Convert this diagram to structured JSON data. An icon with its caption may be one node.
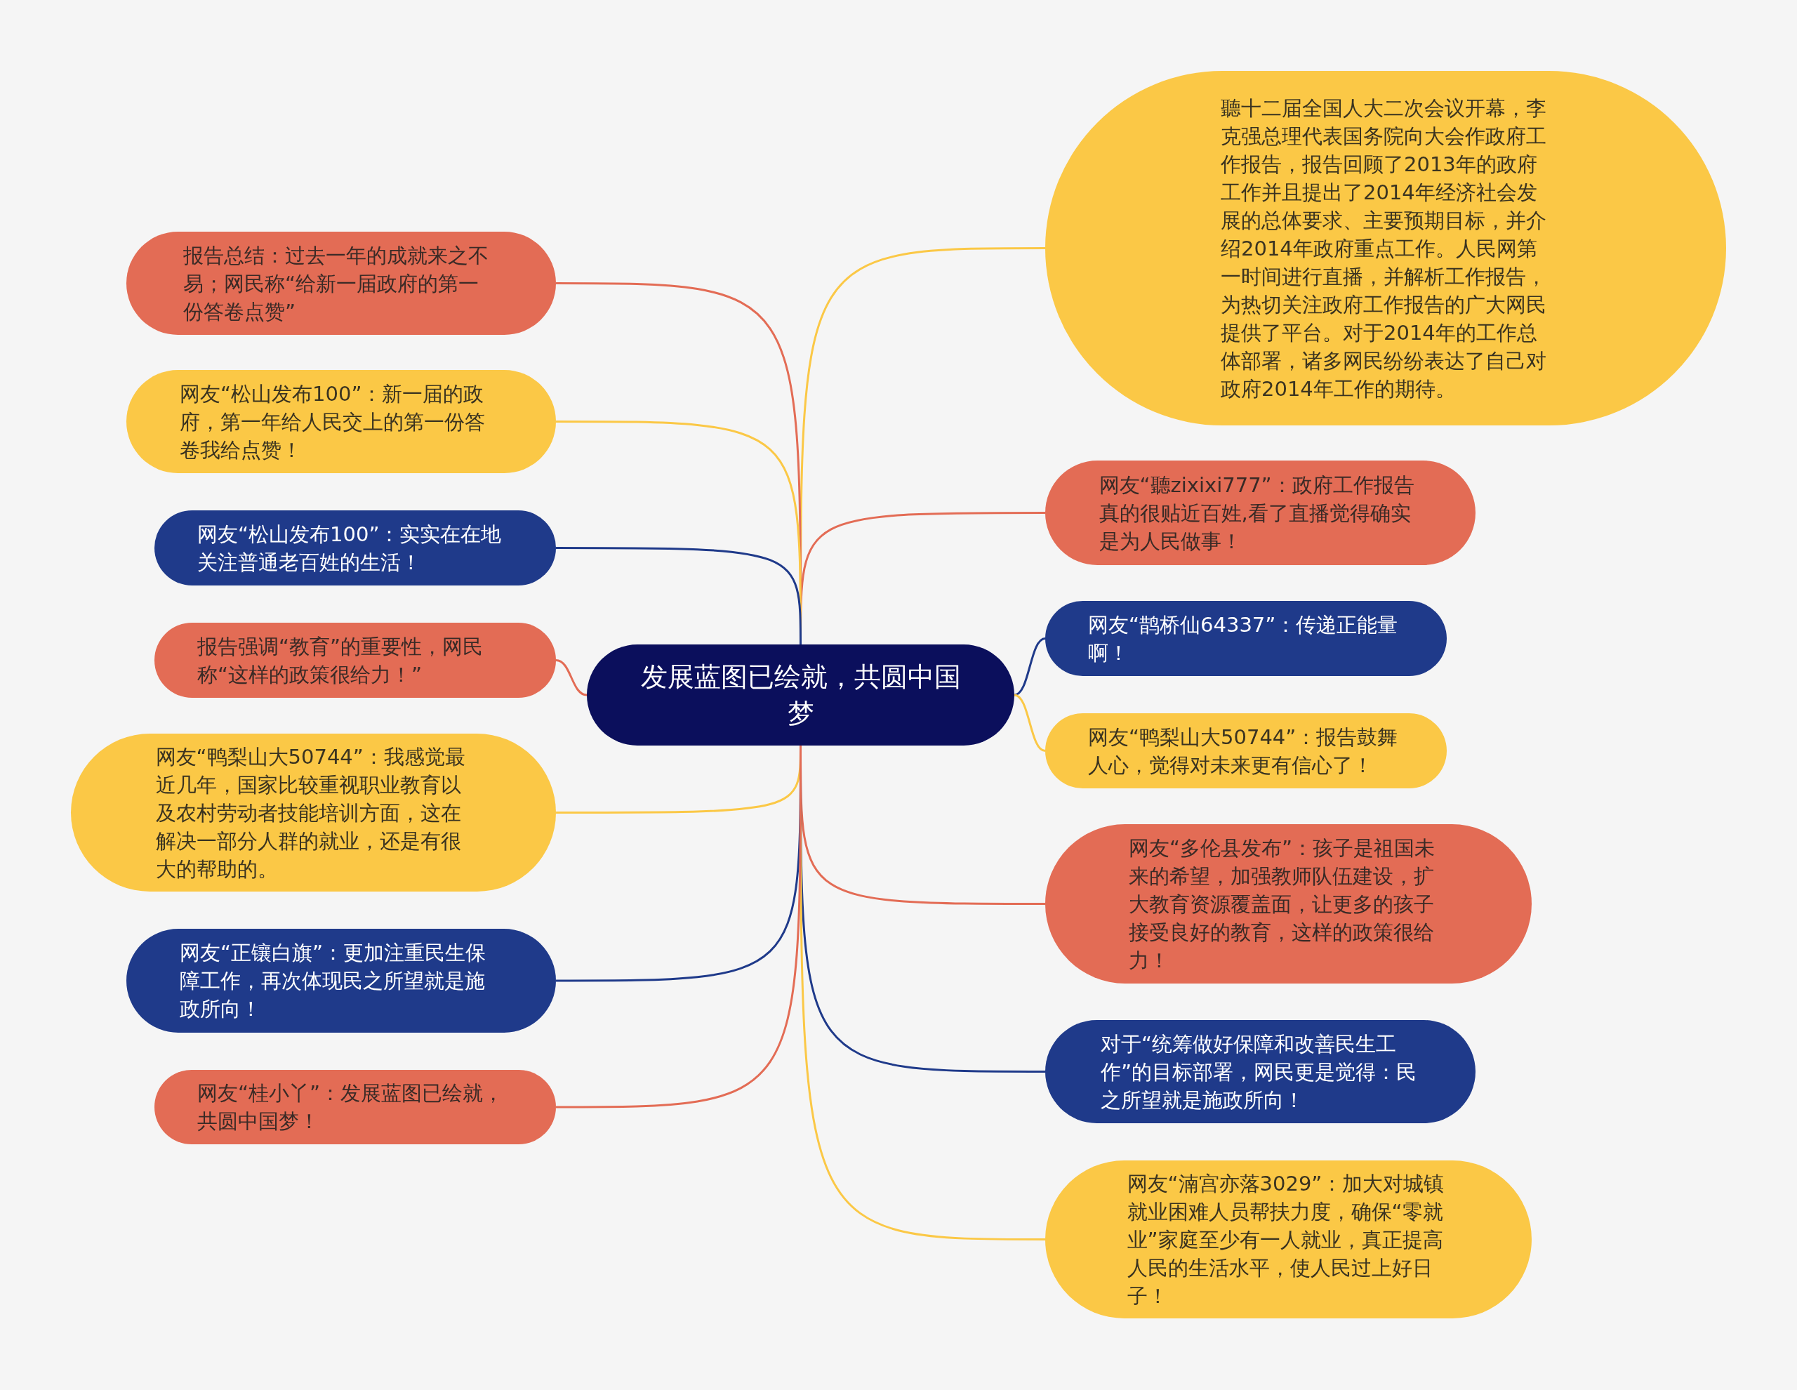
{
  "diagram": {
    "nodes": [
      {
        "text": [
          "发展蓝图已绘就，共圆中国梦"
        ]
      },
      {
        "text": [
          "聽十二届全国人大二次会议开幕，李克强总理代表国务院向大会作政府工作报告，报告回顾了2013年的政府工作并且提出了2014年经济社会发展的总体要求、主要预期目标，并介绍2014年政府重点工作。人民网第一时间进行直播，并解析工作报告，为热切关注政府工作报告的广大网民提供了平台。对于2014年的工作总体部署，诸多网民纷纷表达了自己对政府2014年工作的期待。"
        ]
      },
      {
        "text": [
          "网友“聽zixixi777”：政府工作报告真的很贴近百姓,看了直播觉得确实是为人民做事！"
        ]
      },
      {
        "text": [
          "网友“鹊桥仙64337”：传递正能量啊！"
        ]
      },
      {
        "text": [
          "网友“鸭梨山大50744”：报告鼓舞人心，觉得对未来更有信心了！"
        ]
      },
      {
        "text": [
          "网友“多伦县发布”：孩子是祖国未来的希望，加强教师队伍建设，扩大教育资源覆盖面，让更多的孩子接受良好的教育，这样的政策很给力！"
        ]
      },
      {
        "text": [
          "对于“统筹做好保障和改善民生工作”的目标部署，网民更是觉得：民之所望就是施政所向！"
        ]
      },
      {
        "text": [
          "网友“湳宫亦落3029”：加大对城镇就业困难人员帮扶力度，确保“零就业”家庭至少有一人就业，真正提高人民的生活水平，使人民过上好日子！"
        ]
      },
      {
        "text": [
          "报告总结：过去一年的成就来之不易；网民称“给新一届政府的第一份答卷点赞”"
        ]
      },
      {
        "text": [
          "网友“松山发布100”：新一届的政府，第一年给人民交上的第一份答卷我给点赞！"
        ]
      },
      {
        "text": [
          "网友“松山发布100”：实实在在地关注普通老百姓的生活！"
        ]
      },
      {
        "text": [
          "报告强调“教育”的重要性，网民称“这样的政策很给力！”"
        ]
      },
      {
        "text": [
          "网友“鸭梨山大50744”：我感觉最近几年，国家比较重视职业教育以及农村劳动者技能培训方面，这在解决一部分人群的就业，还是有很大的帮助的。"
        ]
      },
      {
        "text": [
          "网友“正镶白旗”：更加注重民生保障工作，再次体现民之所望就是施政所向！"
        ]
      },
      {
        "text": [
          "网友“桂小丫”：发展蓝图已绘就，共圆中国梦！"
        ]
      }
    ],
    "edges": [
      {
        "from": 0,
        "to": 1,
        "arrow": "none",
        "color": "#fbc846"
      },
      {
        "from": 0,
        "to": 2,
        "arrow": "none",
        "color": "#e36c55"
      },
      {
        "from": 0,
        "to": 3,
        "arrow": "none",
        "color": "#1f3a8a"
      },
      {
        "from": 0,
        "to": 4,
        "arrow": "none",
        "color": "#fbc846"
      },
      {
        "from": 0,
        "to": 5,
        "arrow": "none",
        "color": "#e36c55"
      },
      {
        "from": 0,
        "to": 6,
        "arrow": "none",
        "color": "#1f3a8a"
      },
      {
        "from": 0,
        "to": 7,
        "arrow": "none",
        "color": "#fbc846"
      },
      {
        "from": 0,
        "to": 8,
        "arrow": "none",
        "color": "#e36c55"
      },
      {
        "from": 0,
        "to": 9,
        "arrow": "none",
        "color": "#fbc846"
      },
      {
        "from": 0,
        "to": 10,
        "arrow": "none",
        "color": "#1f3a8a"
      },
      {
        "from": 0,
        "to": 11,
        "arrow": "none",
        "color": "#e36c55"
      },
      {
        "from": 0,
        "to": 12,
        "arrow": "none",
        "color": "#fbc846"
      },
      {
        "from": 0,
        "to": 13,
        "arrow": "none",
        "color": "#1f3a8a"
      },
      {
        "from": 0,
        "to": 14,
        "arrow": "none",
        "color": "#e36c55"
      }
    ]
  }
}
